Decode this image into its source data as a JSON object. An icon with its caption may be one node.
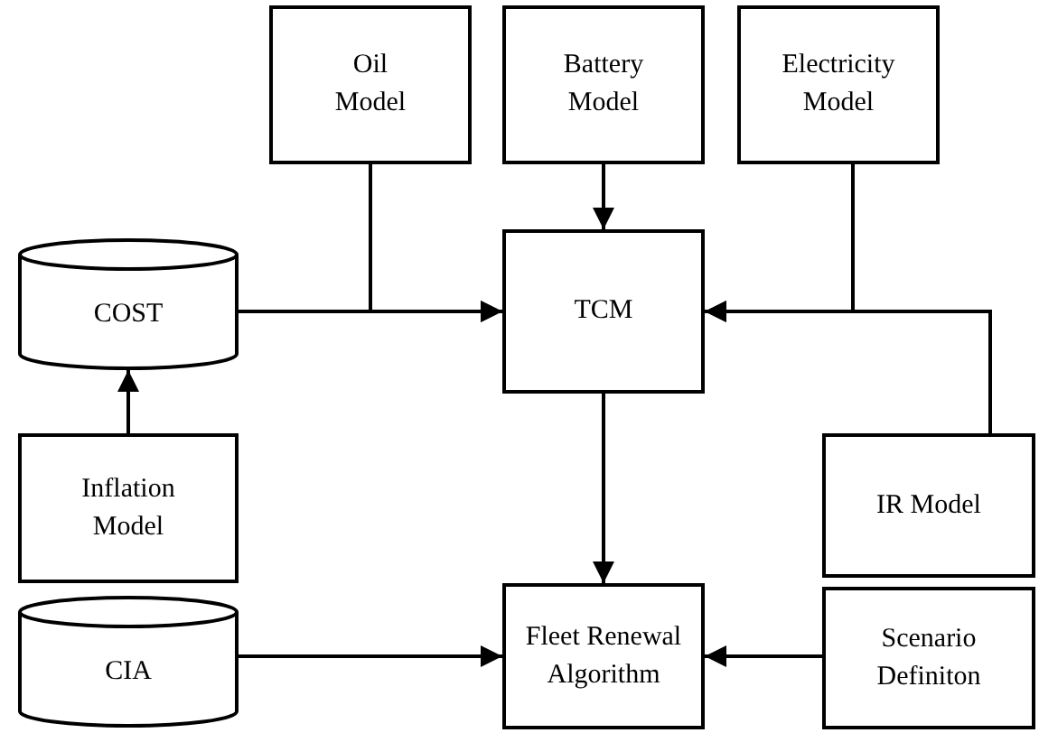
{
  "diagram": {
    "nodes": [
      {
        "text": [
          "Oil Model"
        ]
      },
      {
        "text": [
          "Battery Model"
        ]
      },
      {
        "text": [
          "Electricity Model"
        ]
      },
      {
        "text": [
          "COST"
        ]
      },
      {
        "text": [
          "TCM"
        ]
      },
      {
        "text": [
          "Inflation Model"
        ]
      },
      {
        "text": [
          "IR Model"
        ]
      },
      {
        "text": [
          "CIA"
        ]
      },
      {
        "text": [
          "Fleet Renewal Algorithm"
        ]
      },
      {
        "text": [
          "Scenario Definiton"
        ]
      }
    ],
    "edges": [
      {
        "from": 3,
        "to": 4,
        "arrow": "to"
      },
      {
        "from": 0,
        "to": 4,
        "arrow": "to"
      },
      {
        "from": 1,
        "to": 4,
        "arrow": "to"
      },
      {
        "from": 2,
        "to": 4,
        "arrow": "to"
      },
      {
        "from": 6,
        "to": 4,
        "arrow": "to"
      },
      {
        "from": 5,
        "to": 3,
        "arrow": "to"
      },
      {
        "from": 4,
        "to": 8,
        "arrow": "to"
      },
      {
        "from": 7,
        "to": 8,
        "arrow": "to"
      },
      {
        "from": 9,
        "to": 8,
        "arrow": "to"
      }
    ]
  }
}
